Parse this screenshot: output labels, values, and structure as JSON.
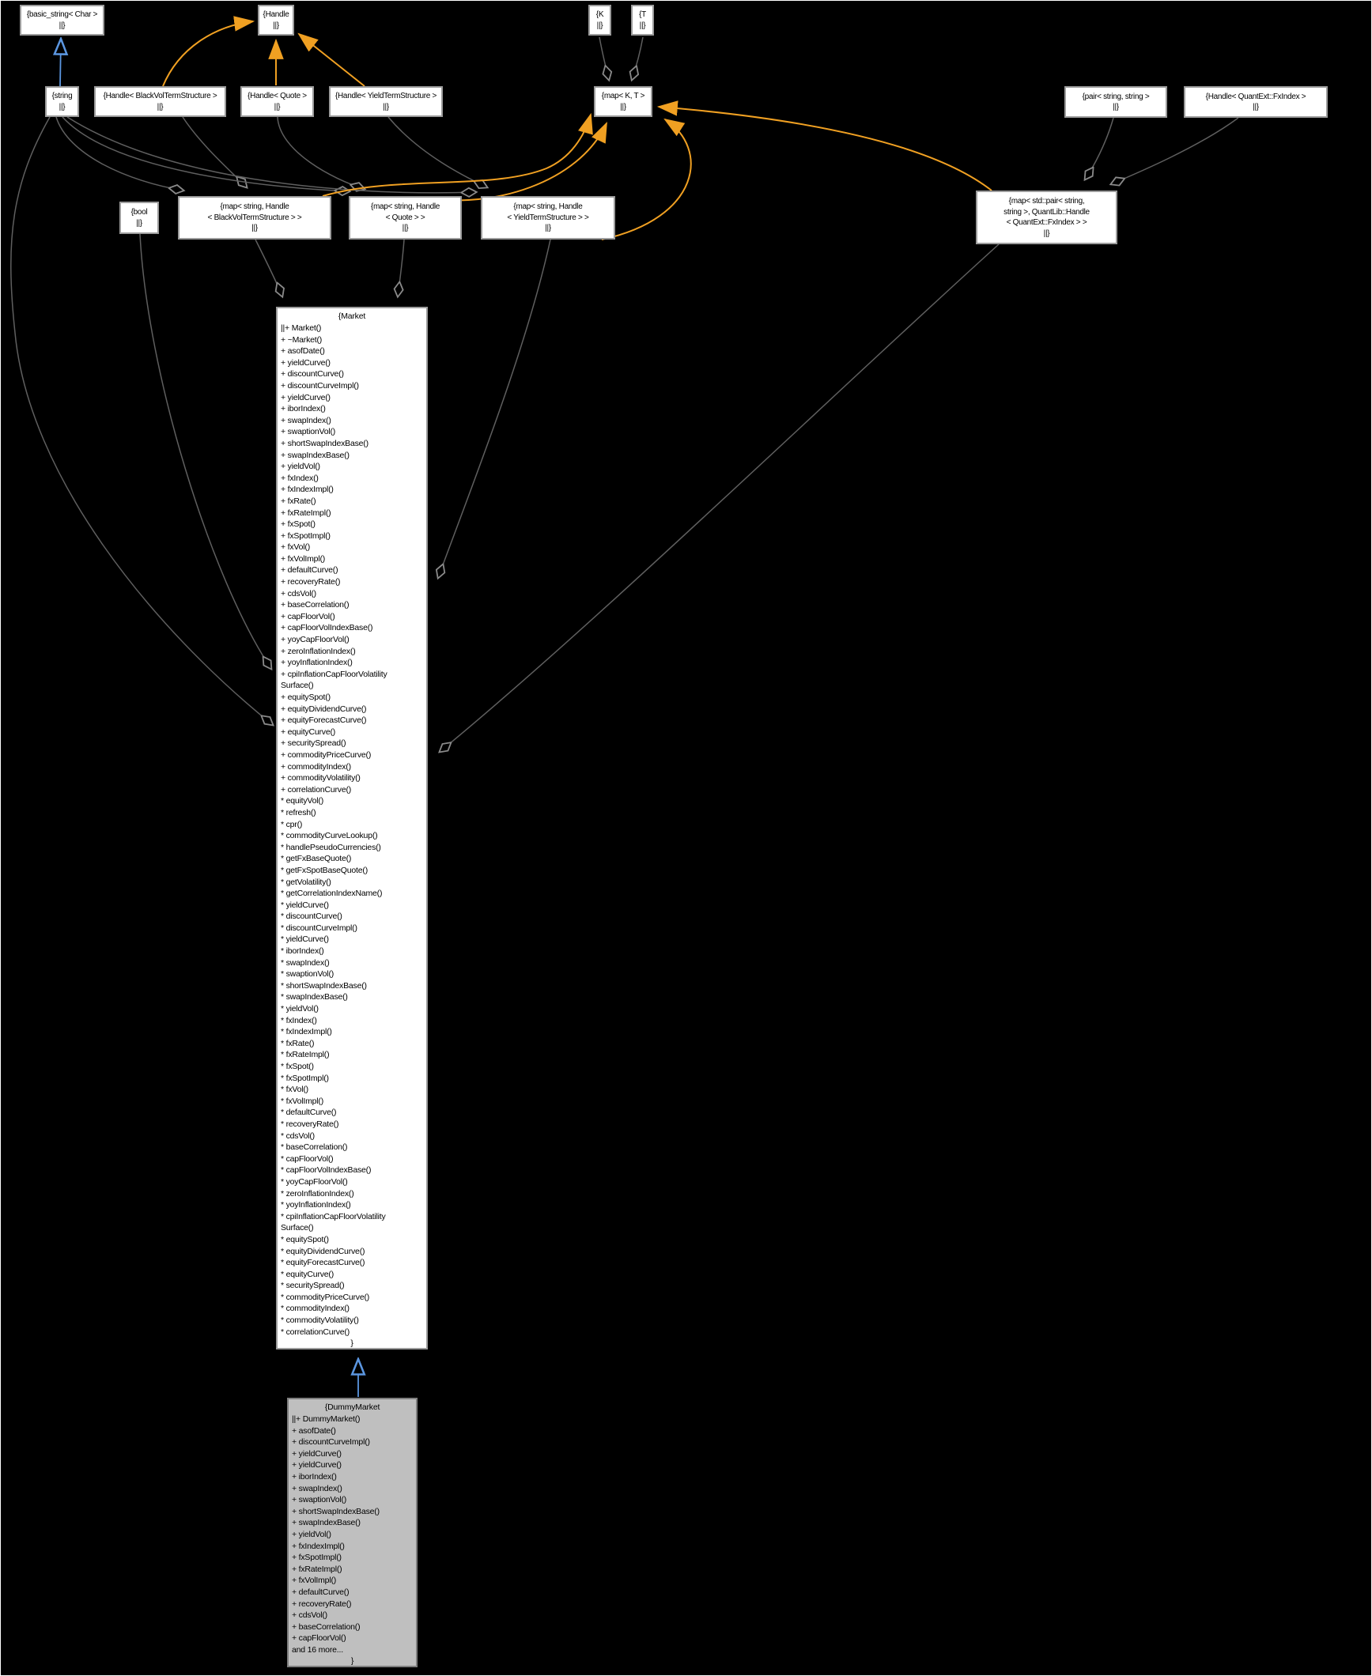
{
  "colors": {
    "background": "#000000",
    "node_background": "#ffffff",
    "node_border": "#9c9c9c",
    "highlight_node_background": "#bfbfbf",
    "aggregation_edge": "#5f5f5f",
    "template_edge": "#f0a022",
    "inheritance_edge": "#5b96e0",
    "text": "#000000"
  },
  "nodes": {
    "basic_string": {
      "label": [
        "{basic_string< Char >",
        "||}"
      ]
    },
    "handle": {
      "label": [
        "{Handle",
        "||}"
      ]
    },
    "k": {
      "label": [
        "{K",
        "||}"
      ]
    },
    "t": {
      "label": [
        "{T",
        "||}"
      ]
    },
    "string": {
      "label": [
        "{string",
        "||}"
      ]
    },
    "handle_blackvol": {
      "label": [
        "{Handle< BlackVolTermStructure >",
        "||}"
      ]
    },
    "handle_quote": {
      "label": [
        "{Handle< Quote >",
        "||}"
      ]
    },
    "handle_yts": {
      "label": [
        "{Handle< YieldTermStructure >",
        "||}"
      ]
    },
    "map_kt": {
      "label": [
        "{map< K, T >",
        "||}"
      ]
    },
    "pair_string_string": {
      "label": [
        "{pair< string, string >",
        "||}"
      ]
    },
    "handle_fxindex": {
      "label": [
        "{Handle< QuantExt::FxIndex >",
        "||}"
      ]
    },
    "bool": {
      "label": [
        "{bool",
        "||}"
      ]
    },
    "map_blackvol": {
      "label": [
        "{map< string, Handle",
        "< BlackVolTermStructure > >",
        "||}"
      ]
    },
    "map_quote": {
      "label": [
        "{map< string, Handle",
        "< Quote > >",
        "||}"
      ]
    },
    "map_yts": {
      "label": [
        "{map< string, Handle",
        "< YieldTermStructure > >",
        "||}"
      ]
    },
    "map_pair_fxindex": {
      "label": [
        "{map< std::pair< string,",
        "string >, QuantLib::Handle",
        "< QuantExt::FxIndex > >",
        "||}"
      ]
    },
    "market": {
      "title": "{Market",
      "members": [
        "||+ Market()",
        "+ ~Market()",
        "+ asofDate()",
        "+ yieldCurve()",
        "+ discountCurve()",
        "+ discountCurveImpl()",
        "+ yieldCurve()",
        "+ iborIndex()",
        "+ swapIndex()",
        "+ swaptionVol()",
        "+ shortSwapIndexBase()",
        "+ swapIndexBase()",
        "+ yieldVol()",
        "+ fxIndex()",
        "+ fxIndexImpl()",
        "+ fxRate()",
        "+ fxRateImpl()",
        "+ fxSpot()",
        "+ fxSpotImpl()",
        "+ fxVol()",
        "+ fxVolImpl()",
        "+ defaultCurve()",
        "+ recoveryRate()",
        "+ cdsVol()",
        "+ baseCorrelation()",
        "+ capFloorVol()",
        "+ capFloorVolIndexBase()",
        "+ yoyCapFloorVol()",
        "+ zeroInflationIndex()",
        "+ yoyInflationIndex()",
        "+ cpiInflationCapFloorVolatility",
        "Surface()",
        "+ equitySpot()",
        "+ equityDividendCurve()",
        "+ equityForecastCurve()",
        "+ equityCurve()",
        "+ securitySpread()",
        "+ commodityPriceCurve()",
        "+ commodityIndex()",
        "+ commodityVolatility()",
        "+ correlationCurve()",
        "* equityVol()",
        "* refresh()",
        "* cpr()",
        "* commodityCurveLookup()",
        "* handlePseudoCurrencies()",
        "* getFxBaseQuote()",
        "* getFxSpotBaseQuote()",
        "* getVolatility()",
        "* getCorrelationIndexName()",
        "* yieldCurve()",
        "* discountCurve()",
        "* discountCurveImpl()",
        "* yieldCurve()",
        "* iborIndex()",
        "* swapIndex()",
        "* swaptionVol()",
        "* shortSwapIndexBase()",
        "* swapIndexBase()",
        "* yieldVol()",
        "* fxIndex()",
        "* fxIndexImpl()",
        "* fxRate()",
        "* fxRateImpl()",
        "* fxSpot()",
        "* fxSpotImpl()",
        "* fxVol()",
        "* fxVolImpl()",
        "* defaultCurve()",
        "* recoveryRate()",
        "* cdsVol()",
        "* baseCorrelation()",
        "* capFloorVol()",
        "* capFloorVolIndexBase()",
        "* yoyCapFloorVol()",
        "* zeroInflationIndex()",
        "* yoyInflationIndex()",
        "* cpiInflationCapFloorVolatility",
        "Surface()",
        "* equitySpot()",
        "* equityDividendCurve()",
        "* equityForecastCurve()",
        "* equityCurve()",
        "* securitySpread()",
        "* commodityPriceCurve()",
        "* commodityIndex()",
        "* commodityVolatility()",
        "* correlationCurve()"
      ],
      "close": "}"
    },
    "dummymarket": {
      "title": "{DummyMarket",
      "members": [
        "||+ DummyMarket()",
        "+ asofDate()",
        "+ discountCurveImpl()",
        "+ yieldCurve()",
        "+ yieldCurve()",
        "+ iborIndex()",
        "+ swapIndex()",
        "+ swaptionVol()",
        "+ shortSwapIndexBase()",
        "+ swapIndexBase()",
        "+ yieldVol()",
        "+ fxIndexImpl()",
        "+ fxSpotImpl()",
        "+ fxRateImpl()",
        "+ fxVolImpl()",
        "+ defaultCurve()",
        "+ recoveryRate()",
        "+ cdsVol()",
        "+ baseCorrelation()",
        "+ capFloorVol()",
        "and 16 more..."
      ],
      "close": "}"
    }
  }
}
